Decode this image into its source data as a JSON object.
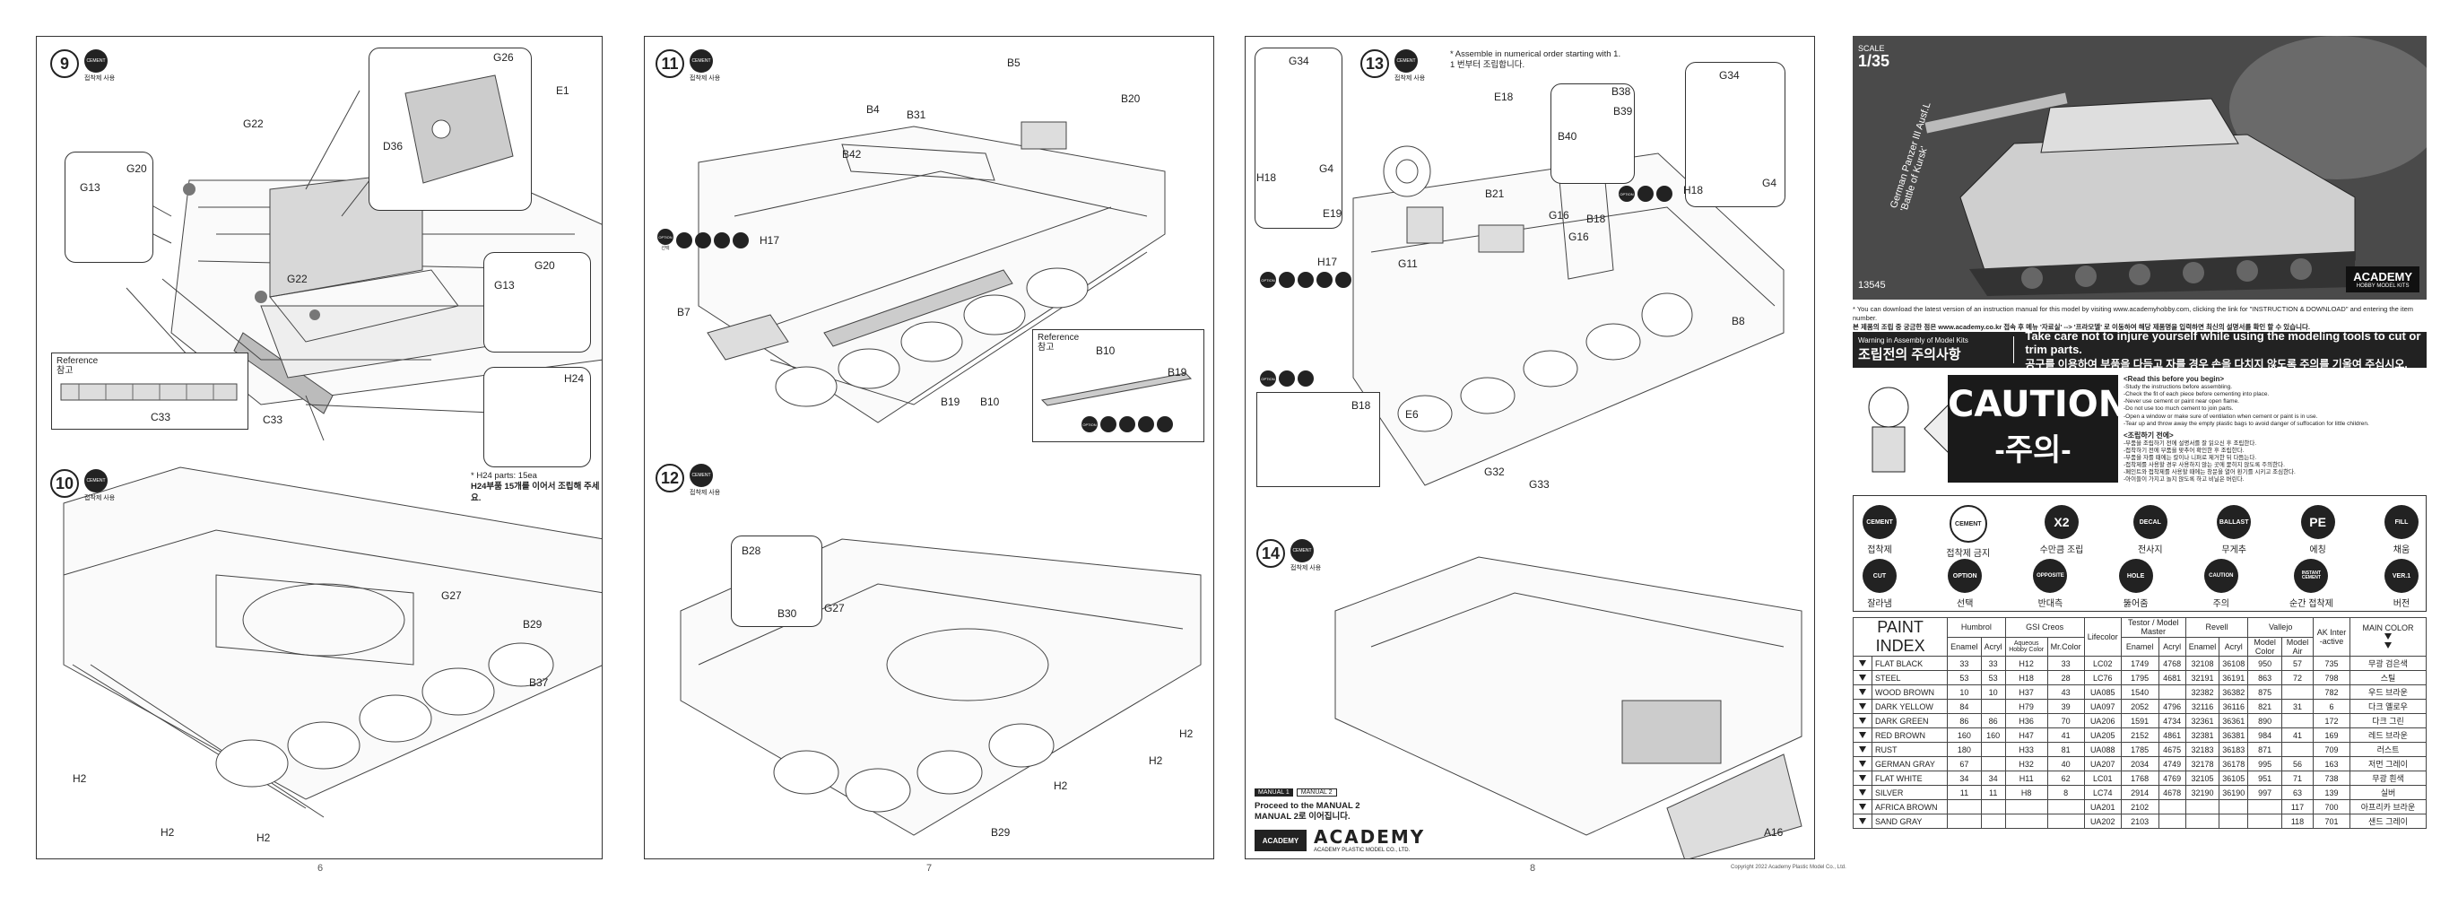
{
  "page_numbers": [
    "6",
    "7",
    "8"
  ],
  "cement_caption": "접착제 사용",
  "option_caption": "선택",
  "option_label": "OPTION",
  "page6": {
    "step9": {
      "number": "9",
      "parts": [
        "G26",
        "E1",
        "D36",
        "G22",
        "G20",
        "G13",
        "G22",
        "G20",
        "G13",
        "H24",
        "C33"
      ],
      "reference_title": "Reference",
      "reference_sub": "참고",
      "reference_part": "C33",
      "note_en": "* H24 parts: 15ea",
      "note_kr": "H24부품 15개를 이어서 조립해 주세요."
    },
    "step10": {
      "number": "10",
      "parts": [
        "G27",
        "B29",
        "B37",
        "H2",
        "H2",
        "H2"
      ]
    }
  },
  "page7": {
    "step11": {
      "number": "11",
      "parts": [
        "B5",
        "B20",
        "B31",
        "B4",
        "B42",
        "H17",
        "B7",
        "B19",
        "B10"
      ],
      "reference_title": "Reference",
      "reference_sub": "참고",
      "reference_parts": [
        "B10",
        "B19"
      ]
    },
    "step12": {
      "number": "12",
      "parts": [
        "B28",
        "B30",
        "G27",
        "H2",
        "H2",
        "H2",
        "B29"
      ]
    }
  },
  "page8": {
    "step13": {
      "number": "13",
      "note_en": "* Assemble in numerical order starting with 1.",
      "note_kr": "1 번부터 조립합니다.",
      "parts": [
        "G34",
        "H18",
        "G4",
        "E19",
        "E18",
        "B38",
        "B39",
        "B40",
        "B21",
        "G16",
        "G16",
        "B18",
        "H17",
        "G11",
        "E6",
        "G32",
        "G33",
        "B8",
        "G34",
        "H18",
        "G4",
        "B18"
      ]
    },
    "step14": {
      "number": "14",
      "parts": [
        "A16"
      ],
      "manual_tabs": [
        "MANUAL 1",
        "MANUAL 2"
      ],
      "proceed_en": "Proceed to the MANUAL 2",
      "proceed_kr": "MANUAL 2로 이어집니다."
    },
    "brand": "ACADEMY",
    "brand_sub": "ACADEMY PLASTIC MODEL CO., LTD.",
    "copyright": "Copyright 2022 Academy Plastic Model Co., Ltd."
  },
  "cover": {
    "scale": "SCALE",
    "scale_value": "1/35",
    "title": "German Panzer III Ausf.L",
    "subtitle": "'Battle of Kursk'",
    "kit_number": "13545",
    "logo": "ACADEMY",
    "logo_sub": "HOBBY MODEL KITS",
    "download_en": "* You can download the latest version of an instruction manual for this model by visiting www.academyhobby.com, clicking the link for \"INSTRUCTION & DOWNLOAD\" and entering the item number.",
    "download_kr": "본 제품의 조립 중 궁금한 점은 www.academy.co.kr 접속 후 메뉴 '자료실' --> '프라모델' 로 이동하여 해당 제품명을 입력하면 최신의 설명서를 확인 할 수 있습니다."
  },
  "warning": {
    "label_en": "Warning in Assembly of Model Kits",
    "label_kr": "조립전의 주의사항",
    "text_en": "Take care not to injure yourself while using the modeling tools to cut or trim parts.",
    "text_kr": "공구를 이용하여 부품을 다듬고 자를 경우 손을 다치지 않도록 주의를 기울여 주십시오.",
    "caution_en": "CAUTION!",
    "caution_kr": "-주의-",
    "read_title": "<Read this before you begin>",
    "read_lines": [
      "-Study the instructions before assembling.",
      "-Check the fit of each piece before cementing into place.",
      "-Never use cement or paint near open flame.",
      "-Do not use too much cement to join parts.",
      "-Open a window or make sure of ventilation when cement or paint is in use.",
      "-Tear up and throw away the empty plastic bags to avoid danger of suffocation for little children."
    ],
    "kr_title": "<조립하기 전에>",
    "kr_lines": [
      "-부품을 조립하기 전에 설명서를 잘 읽으신 후 조립한다.",
      "-접착하기 전에 부품을 맞추어 확인한 후 조립한다.",
      "-부품을 자를 때에는 칼이나 니퍼로 제거한 뒤 다듬는다.",
      "-접착제를 사용할 경우 사용하지 않는 곳에 묻히지 않도록 주의한다.",
      "-페인트와 접착제를 사용할 때에는 창문을 열어 환기를 시키고 조심한다.",
      "-아이들이 가지고 놀지 않도록 하고 비닐은 버린다."
    ]
  },
  "legend": [
    {
      "icon": "CEMENT",
      "label": "접착제"
    },
    {
      "icon": "CEMENT",
      "label": "접착제 금지"
    },
    {
      "icon": "X2",
      "label": "수만큼 조립"
    },
    {
      "icon": "DECAL",
      "label": "전사지"
    },
    {
      "icon": "BALLAST",
      "label": "무게추"
    },
    {
      "icon": "PE",
      "label": "에칭"
    },
    {
      "icon": "FILL",
      "label": "채움"
    },
    {
      "icon": "CUT",
      "label": "잘라냄"
    },
    {
      "icon": "OPTION",
      "label": "선택"
    },
    {
      "icon": "OPPOSITE",
      "label": "반대측"
    },
    {
      "icon": "HOLE",
      "label": "뚫어줌"
    },
    {
      "icon": "CAUTION",
      "label": "주의"
    },
    {
      "icon": "INSTANT CEMENT",
      "label": "순간 접착제"
    },
    {
      "icon": "VER.1",
      "label": "버전"
    }
  ],
  "paint": {
    "title1": "PAINT",
    "title2": "INDEX",
    "brands": [
      "Humbrol",
      "GSI Creos",
      "Lifecolor",
      "Testor / Model Master",
      "Revell",
      "Vallejo",
      "AK Inter -active",
      "MAIN COLOR"
    ],
    "sub_headers": [
      "Enamel",
      "Acryl",
      "Aqueous Hobby Color",
      "Mr.Color",
      "Enamel",
      "Acryl",
      "Enamel",
      "Acryl",
      "Model Color",
      "Model Air"
    ],
    "rows": [
      [
        "FLAT BLACK",
        "33",
        "33",
        "H12",
        "33",
        "LC02",
        "1749",
        "4768",
        "32108",
        "36108",
        "950",
        "57",
        "735",
        "무광 검은색"
      ],
      [
        "STEEL",
        "53",
        "53",
        "H18",
        "28",
        "LC76",
        "1795",
        "4681",
        "32191",
        "36191",
        "863",
        "72",
        "798",
        "스틸"
      ],
      [
        "WOOD BROWN",
        "10",
        "10",
        "H37",
        "43",
        "UA085",
        "1540",
        "",
        "32382",
        "36382",
        "875",
        "",
        "782",
        "우드 브라운"
      ],
      [
        "DARK YELLOW",
        "84",
        "",
        "H79",
        "39",
        "UA097",
        "2052",
        "4796",
        "32116",
        "36116",
        "821",
        "31",
        "6",
        "다크 옐로우"
      ],
      [
        "DARK GREEN",
        "86",
        "86",
        "H36",
        "70",
        "UA206",
        "1591",
        "4734",
        "32361",
        "36361",
        "890",
        "",
        "172",
        "다크 그린"
      ],
      [
        "RED BROWN",
        "160",
        "160",
        "H47",
        "41",
        "UA205",
        "2152",
        "4861",
        "32381",
        "36381",
        "984",
        "41",
        "169",
        "레드 브라운"
      ],
      [
        "RUST",
        "180",
        "",
        "H33",
        "81",
        "UA088",
        "1785",
        "4675",
        "32183",
        "36183",
        "871",
        "",
        "709",
        "러스트"
      ],
      [
        "GERMAN GRAY",
        "67",
        "",
        "H32",
        "40",
        "UA207",
        "2034",
        "4749",
        "32178",
        "36178",
        "995",
        "56",
        "163",
        "저먼 그레이"
      ],
      [
        "FLAT WHITE",
        "34",
        "34",
        "H11",
        "62",
        "LC01",
        "1768",
        "4769",
        "32105",
        "36105",
        "951",
        "71",
        "738",
        "무광 흰색"
      ],
      [
        "SILVER",
        "11",
        "11",
        "H8",
        "8",
        "LC74",
        "2914",
        "4678",
        "32190",
        "36190",
        "997",
        "63",
        "139",
        "실버"
      ],
      [
        "AFRICA BROWN",
        "",
        "",
        "",
        "",
        "UA201",
        "2102",
        "",
        "",
        "",
        "",
        "",
        "117",
        "700",
        "아프리카 브라운"
      ],
      [
        "SAND GRAY",
        "",
        "",
        "",
        "",
        "UA202",
        "2103",
        "",
        "",
        "",
        "",
        "",
        "118",
        "701",
        "샌드 그레이"
      ]
    ]
  }
}
